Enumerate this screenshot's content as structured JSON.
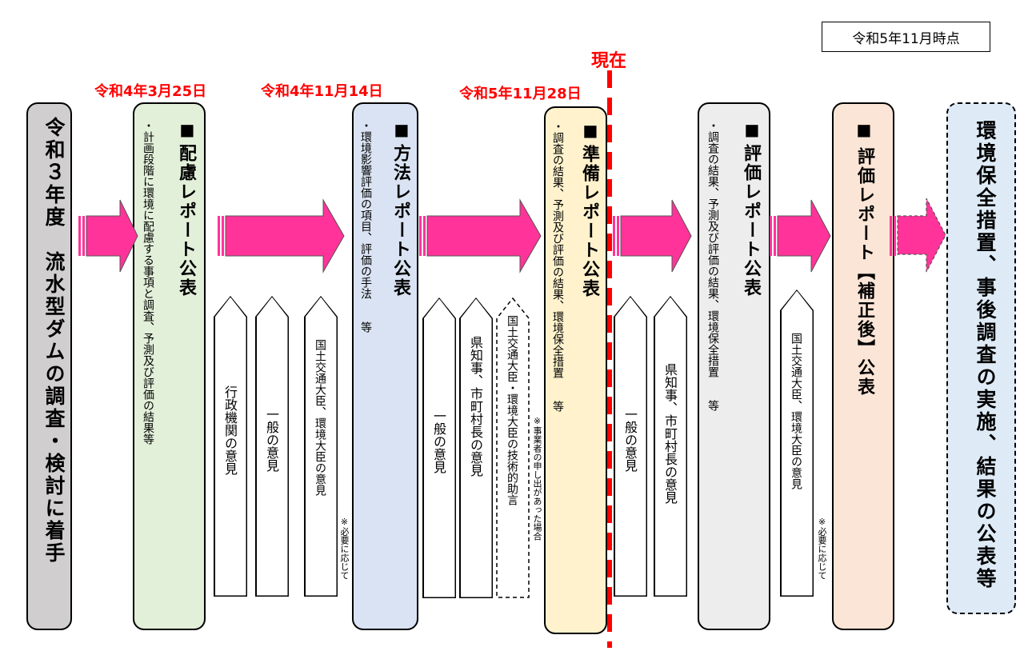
{
  "as_of": "令和5年11月時点",
  "now_label": "現在",
  "dates": {
    "d1": "令和4年3月25日",
    "d2": "令和4年11月14日",
    "d3": "令和5年11月28日"
  },
  "boxes": {
    "start": "令和３年度　流水型ダムの調査・検討に着手",
    "hairyo": {
      "square": "■",
      "title": "配慮レポート公表",
      "desc": "・計画段階に環境に配慮する事項と調査、予測及び評価の結果等"
    },
    "houhou": {
      "square": "■",
      "title": "方法レポート公表",
      "desc": "・環境影響評価の項目、評価の手法　　等"
    },
    "junbi": {
      "square": "■",
      "title": "準備レポート公表",
      "desc": "・調査の結果、予測及び評価の結果、環境保全措置　　等"
    },
    "hyoka": {
      "square": "■",
      "title": "評価レポート公表",
      "desc": "・調査の結果、予測及び評価の結果、環境保全措置　　等"
    },
    "hosei": {
      "square": "■",
      "title": "評価レポート【補正後】公表"
    },
    "final": "環境保全措置、事後調査の実施、結果の公表等"
  },
  "opinions": {
    "a1": "行政機関の意見",
    "a2": "一般の意見",
    "a3": "国土交通大臣、環境大臣の意見",
    "a3_note": "※必要に応じて",
    "b1": "一般の意見",
    "b2": "県知事、市町村長の意見",
    "b3": "国土交通大臣・環境大臣の技術的助言",
    "b3_note": "※事業者の申し出があった場合",
    "c1": "一般の意見",
    "c2": "県知事、市町村長の意見",
    "d1": "国土交通大臣、環境大臣の意見",
    "d1_note": "※必要に応じて"
  },
  "colors": {
    "arrow": "#ff3399",
    "now_line": "#ff0000",
    "date_text": "#ff0000"
  }
}
